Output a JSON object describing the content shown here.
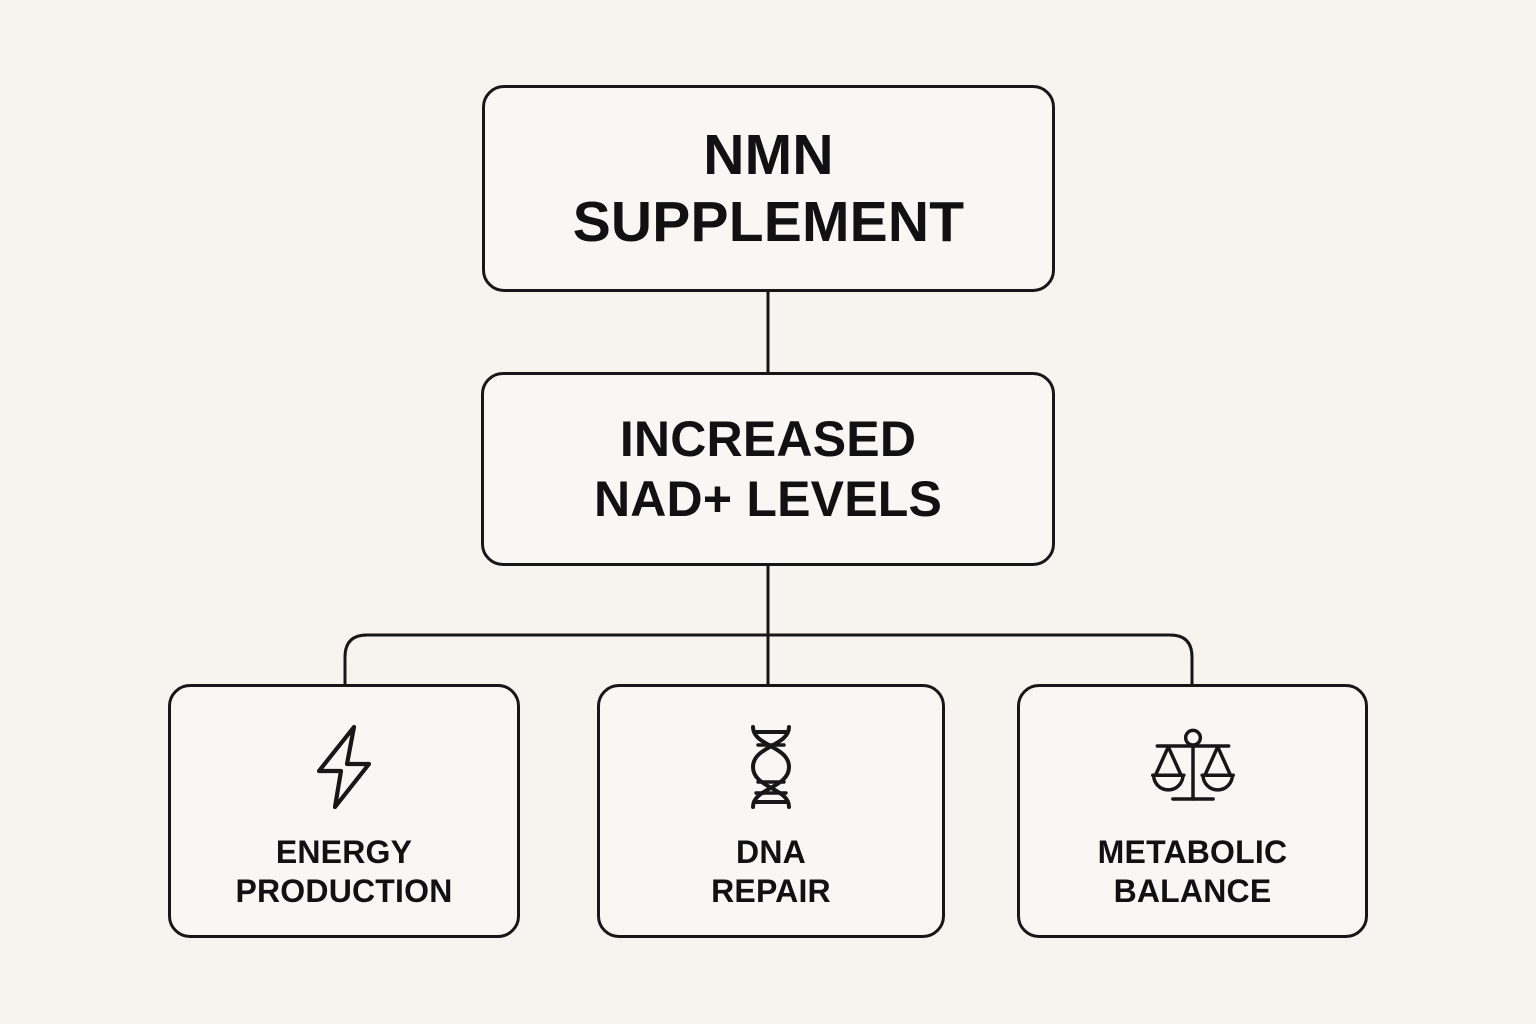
{
  "diagram": {
    "title": "NMN Supplement mechanism flowchart",
    "background_color": "#f7f4f0",
    "node_fill_color": "#f9f7f4",
    "stroke_color": "#17171a",
    "nodes": {
      "top": {
        "label": "NMN\nSUPPLEMENT",
        "line1": "NMN",
        "line2": "SUPPLEMENT"
      },
      "middle": {
        "label": "INCREASED\nNAD+ LEVELS",
        "line1": "INCREASED",
        "line2": "NAD+ LEVELS"
      },
      "leaves": [
        {
          "label": "ENERGY\nPRODUCTION",
          "line1": "ENERGY",
          "line2": "PRODUCTION",
          "icon": "lightning-bolt-icon"
        },
        {
          "label": "DNA\nREPAIR",
          "line1": "DNA",
          "line2": "REPAIR",
          "icon": "dna-helix-icon"
        },
        {
          "label": "METABOLIC\nBALANCE",
          "line1": "METABOLIC",
          "line2": "BALANCE",
          "icon": "balance-scales-icon"
        }
      ]
    }
  }
}
